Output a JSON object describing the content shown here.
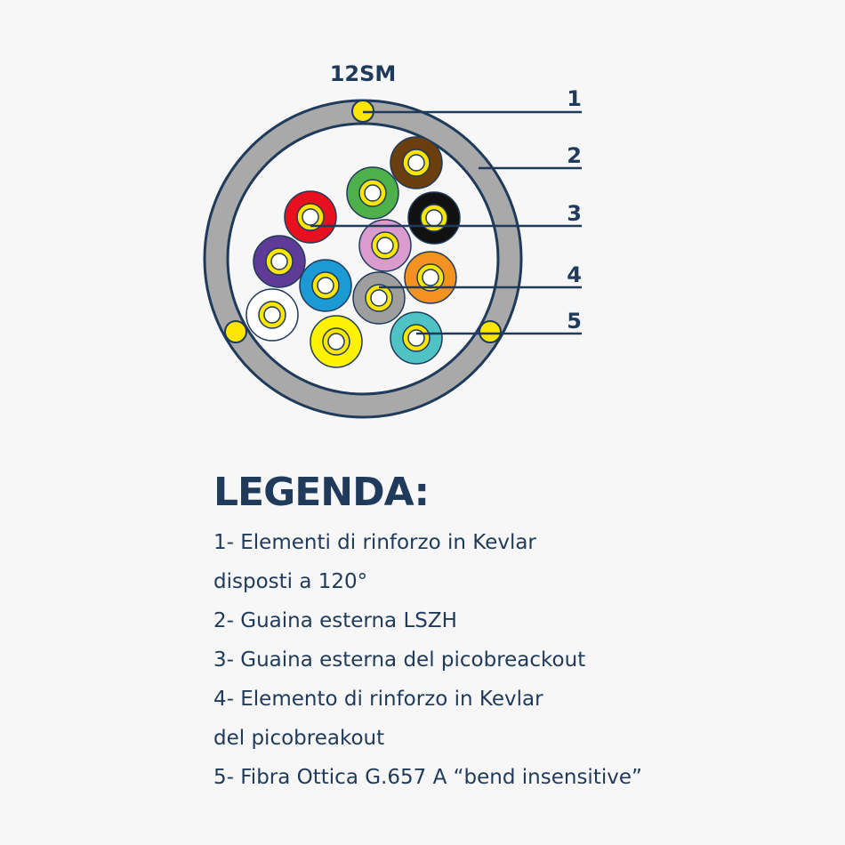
{
  "diagram": {
    "cable_label": "12SM",
    "callouts": [
      "1",
      "2",
      "3",
      "4",
      "5"
    ],
    "colors": {
      "sheath": "#a9a9a9",
      "sheath_inner": "#f7f7f7",
      "kevlar_yellow": "#ffe600",
      "leader_line": "#1f3a5a",
      "fiber_core": "#ffffff",
      "fiber_ring": "#ffe600"
    },
    "picobreakouts": [
      {
        "color_name": "brown",
        "color": "#6b3e0e"
      },
      {
        "color_name": "green",
        "color": "#4db04a"
      },
      {
        "color_name": "black",
        "color": "#111111"
      },
      {
        "color_name": "red",
        "color": "#e8101e"
      },
      {
        "color_name": "pink",
        "color": "#d99ccd"
      },
      {
        "color_name": "violet",
        "color": "#5d3b96"
      },
      {
        "color_name": "blue",
        "color": "#1c9ad6"
      },
      {
        "color_name": "grey",
        "color": "#9e9e9e"
      },
      {
        "color_name": "orange",
        "color": "#f39221"
      },
      {
        "color_name": "white",
        "color": "#ffffff"
      },
      {
        "color_name": "yellow",
        "color": "#fff200"
      },
      {
        "color_name": "aqua",
        "color": "#4fc3c4"
      }
    ]
  },
  "legend": {
    "title": "LEGENDA:",
    "lines": [
      "1- Elementi di rinforzo in Kevlar",
      "disposti a 120°",
      "2- Guaina esterna LSZH",
      "3- Guaina esterna del picobreackout",
      "4- Elemento di rinforzo in Kevlar",
      "del picobreakout",
      "5- Fibra Ottica G.657 A “bend insensitive”"
    ]
  }
}
